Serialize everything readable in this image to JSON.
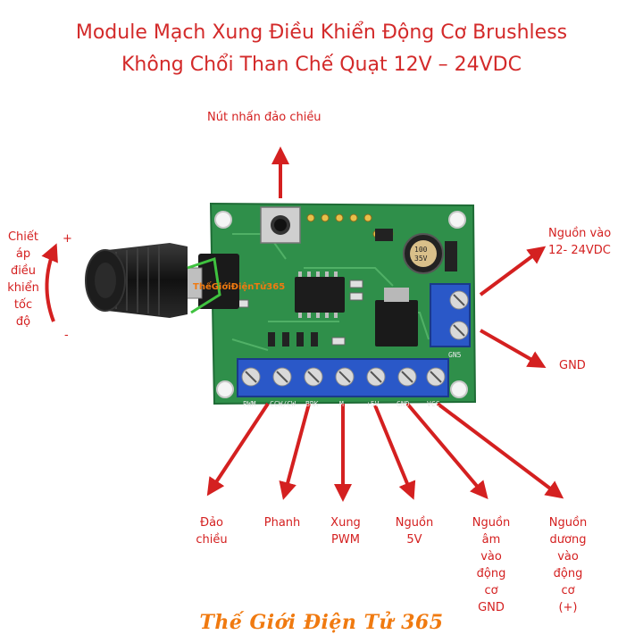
{
  "title": {
    "line1": "Module Mạch Xung Điều Khiển Động Cơ Brushless",
    "line2": "Không Chổi Than Chế Quạt 12V – 24VDC"
  },
  "annotations": {
    "reverse_button": "Nút nhấn đảo chiều",
    "potentiometer": [
      "Chiết",
      "áp",
      "điều",
      "khiển",
      "tốc",
      "độ"
    ],
    "pot_plus": "+",
    "pot_minus": "-",
    "power_in": [
      "Nguồn vào",
      "12- 24VDC"
    ],
    "gnd": "GND"
  },
  "terminals": [
    {
      "id": "reverse",
      "label": [
        "Đảo",
        "chiều"
      ]
    },
    {
      "id": "brake",
      "label": [
        "Phanh"
      ]
    },
    {
      "id": "pwm",
      "label": [
        "Xung",
        "PWM"
      ]
    },
    {
      "id": "5v",
      "label": [
        "Nguồn",
        "5V"
      ]
    },
    {
      "id": "motor-gnd",
      "label": [
        "Nguồn",
        "âm",
        "vào",
        "động",
        "cơ",
        "GND"
      ]
    },
    {
      "id": "motor-vcc",
      "label": [
        "Nguồn",
        "dương",
        "vào",
        "động",
        "cơ",
        "(+)"
      ]
    }
  ],
  "board_silkscreen": {
    "pins": [
      "PWM",
      "CCW/CW",
      "BRK",
      "M",
      "+5V",
      "GND",
      "VCC"
    ],
    "cap_label": [
      "100",
      "35V"
    ],
    "connector": "GN5",
    "pot_watermark": "ThếGiớiĐiệnTử365"
  },
  "brand": {
    "text": "Thế Giới Điện Tử 365"
  },
  "colors": {
    "accent_red": "#d32a2a",
    "pcb_green": "#2f8f4a",
    "terminal_blue": "#2a58c8",
    "brand_orange": "#f07a10"
  }
}
